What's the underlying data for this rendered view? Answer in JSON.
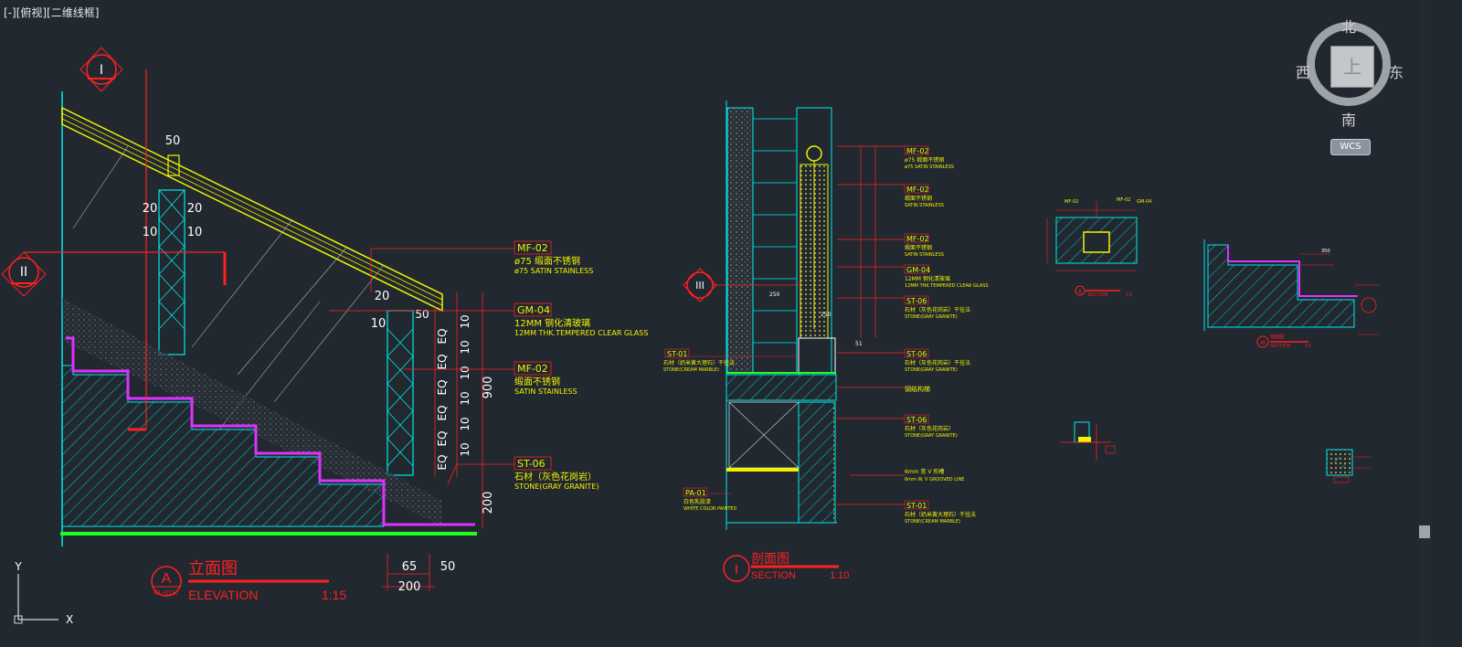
{
  "viewport": {
    "label": "[-][俯视][二维线框]"
  },
  "viewcube": {
    "north": "北",
    "south": "南",
    "west": "西",
    "east": "东",
    "top_face": "上",
    "wcs": "WCS"
  },
  "ucs": {
    "x": "X",
    "y": "Y"
  },
  "elevation": {
    "marker_letter": "A",
    "marker_ref": "EL-013c",
    "title_cn": "立面图",
    "title_en": "ELEVATION",
    "scale": "1:15",
    "section_i": "I",
    "section_ii": "II",
    "dims": {
      "top": "50",
      "d20a": "20",
      "d20b": "20",
      "d10a": "10",
      "d10b": "10",
      "d20c": "20",
      "d10c": "10",
      "d50": "50",
      "eq": "EQ",
      "ten": "10",
      "h900": "900",
      "h200": "200",
      "b65": "65",
      "b50": "50",
      "b200": "200"
    },
    "tags": [
      {
        "code": "MF-02",
        "cn": "ø75 缎面不锈钢",
        "en": "ø75 SATIN STAINLESS"
      },
      {
        "code": "GM-04",
        "cn": "12MM 钢化清玻璃",
        "en": "12MM THK.TEMPERED CLEAR GLASS"
      },
      {
        "code": "MF-02",
        "cn": "缎面不锈钢",
        "en": "SATIN STAINLESS"
      },
      {
        "code": "ST-06",
        "cn": "石材（灰色花岗岩）",
        "en": "STONE(GRAY GRANITE)"
      }
    ]
  },
  "section": {
    "marker": "I",
    "title_cn": "剖面图",
    "title_en": "SECTION",
    "scale": "1:10",
    "side_marker": "III",
    "tags_right": [
      {
        "code": "MF-02",
        "cn": "ø75 缎面不锈钢",
        "en": "ø75 SATIN STAINLESS"
      },
      {
        "code": "MF-02",
        "cn": "缎面不锈钢",
        "en": "SATIN STAINLESS"
      },
      {
        "code": "MF-02",
        "cn": "缎面不锈钢",
        "en": "SATIN STAINLESS"
      },
      {
        "code": "GM-04",
        "cn": "12MM 钢化清玻璃",
        "en": "12MM THK.TEMPERED CLEAR GLASS"
      },
      {
        "code": "ST-06",
        "cn": "石材（灰色花岗岩）干挂法",
        "en": "STONE(GRAY GRANITE)"
      },
      {
        "code": "ST-06",
        "cn": "石材（灰色花岗岩）干挂法",
        "en": "STONE(GRAY GRANITE)"
      },
      {
        "code": "",
        "cn": "钢结构梯",
        "en": ""
      },
      {
        "code": "ST-06",
        "cn": "石材（灰色花岗岩）",
        "en": "STONE(GRAY GRANITE)"
      },
      {
        "code": "",
        "cn": "6mm 宽 V 形槽",
        "en": "6mm W. V GROOVED LINE"
      },
      {
        "code": "ST-01",
        "cn": "石材（奶米黄大理石）干挂法",
        "en": "STONE(CREAM MARBLE)"
      }
    ],
    "tags_left": [
      {
        "code": "ST-01",
        "cn": "石材（奶米黄大理石）干挂法",
        "en": "STONE(CREAM MARBLE)"
      },
      {
        "code": "PA-01",
        "cn": "白色乳胶漆",
        "en": "WHITE COLOR PAINTED"
      }
    ],
    "dims": {
      "d250": "250",
      "d250b": "250",
      "d51": "51"
    }
  },
  "details": {
    "d2_label": "II",
    "d2_title": "SECTION",
    "d2_scale": "1:5",
    "d3_label": "III",
    "d3_title_cn": "剖面图",
    "d3_title": "SECTION",
    "d3_scale": "1:5",
    "d3_dim": "350"
  },
  "colors": {
    "bg": "#212830",
    "yellow": "#f2f200",
    "red": "#ff2020",
    "cyan": "#00e8e8",
    "magenta": "#e030ff",
    "green": "#20ff20",
    "white": "#ffffff"
  }
}
